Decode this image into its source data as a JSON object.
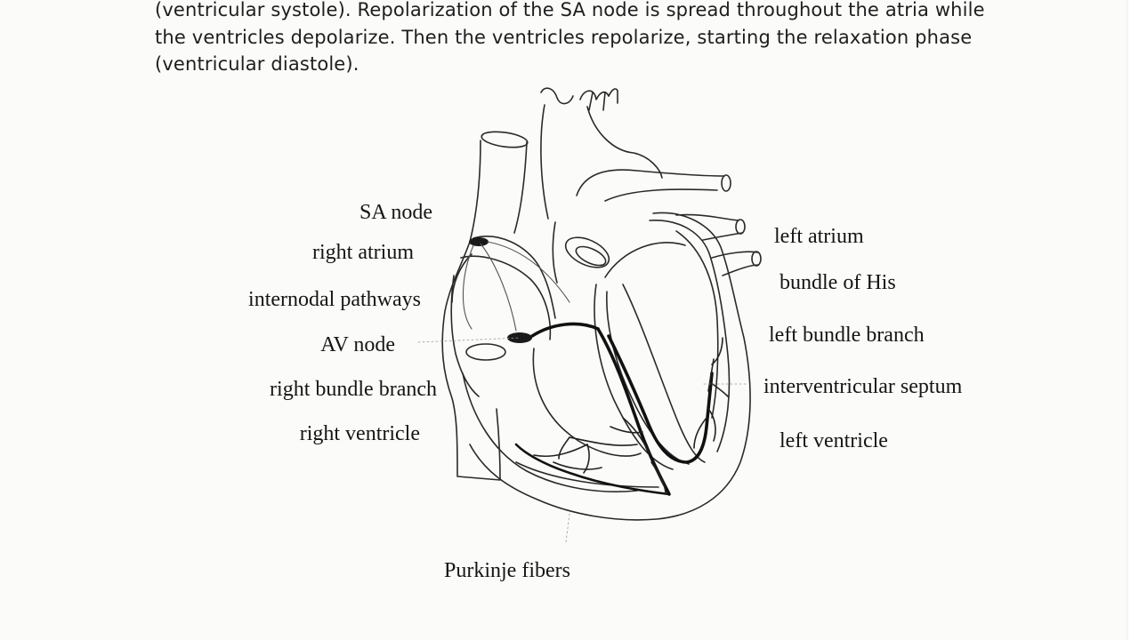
{
  "paragraph": {
    "lines": [
      "(ventricular systole).  Repolarization of the SA node is spread throughout the atria while",
      "the ventricles depolarize. Then the ventricles repolarize, starting the relaxation phase",
      "(ventricular diastole)."
    ]
  },
  "diagram": {
    "left_labels": {
      "sa_node": "SA node",
      "right_atrium": "right atrium",
      "internodal_pathways": "internodal pathways",
      "av_node": "AV node",
      "right_bundle_branch": "right bundle branch",
      "right_ventricle": "right ventricle"
    },
    "right_labels": {
      "left_atrium": "left atrium",
      "bundle_of_his": "bundle of His",
      "left_bundle_branch": "left bundle branch",
      "interventricular_septum": "interventricular septum",
      "left_ventricle": "left ventricle"
    },
    "bottom_label": "Purkinje fibers"
  }
}
